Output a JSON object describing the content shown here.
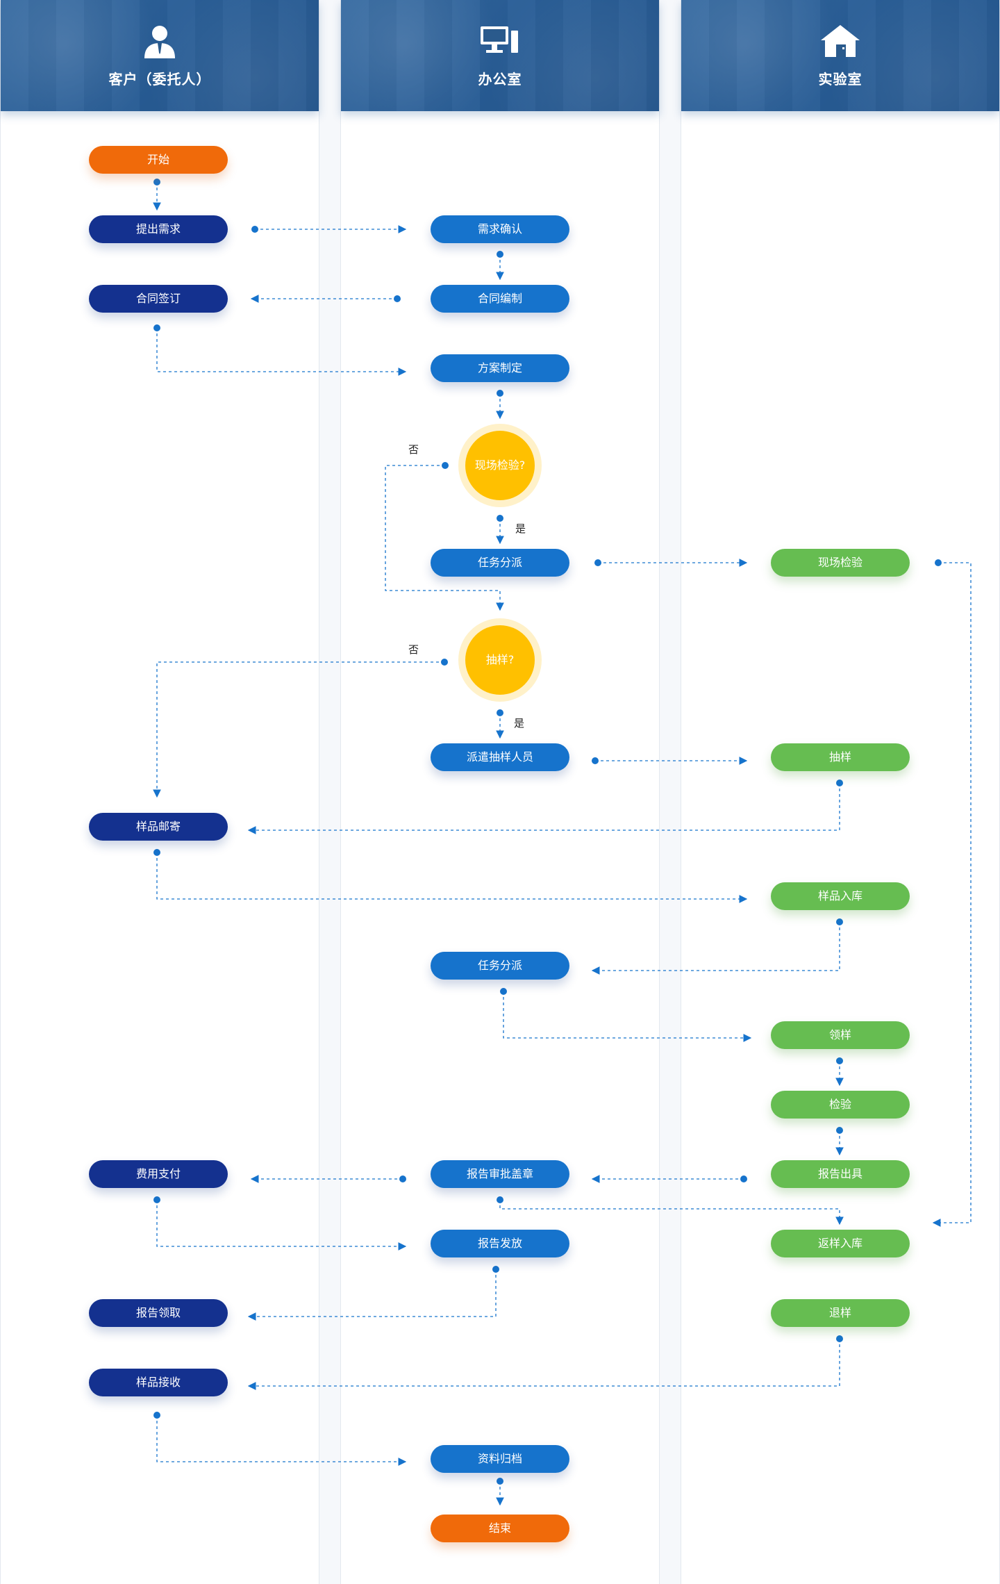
{
  "lanes": {
    "customer": "客户（委托人）",
    "office": "办公室",
    "lab": "实验室"
  },
  "icons": {
    "customer": "person-icon",
    "office": "computer-icon",
    "lab": "building-icon"
  },
  "colors": {
    "customer_node": "#14318f",
    "office_node": "#1673cc",
    "lab_node": "#66bd51",
    "terminal_node": "#f06a0a",
    "decision_node": "#ffc000",
    "connector": "#1673cc"
  },
  "nodes": {
    "start": "开始",
    "submit_request": "提出需求",
    "confirm_request": "需求确认",
    "contract_drafting": "合同编制",
    "contract_signing": "合同签订",
    "plan_formulation": "方案制定",
    "onsite_inspection_q": "现场检验?",
    "task_dispatch_1": "任务分派",
    "onsite_inspection": "现场检验",
    "sampling_q": "抽样?",
    "dispatch_samplers": "派遣抽样人员",
    "sampling": "抽样",
    "sample_mailing": "样品邮寄",
    "sample_storage": "样品入库",
    "task_dispatch_2": "任务分派",
    "sample_collection": "领样",
    "inspection": "检验",
    "report_issue": "报告出具",
    "report_approval": "报告审批盖章",
    "fee_payment": "费用支付",
    "report_release": "报告发放",
    "return_storage": "返样入库",
    "report_pickup": "报告领取",
    "sample_return": "退样",
    "sample_receipt": "样品接收",
    "archiving": "资料归档",
    "end": "结束"
  },
  "labels": {
    "yes": "是",
    "no": "否"
  }
}
